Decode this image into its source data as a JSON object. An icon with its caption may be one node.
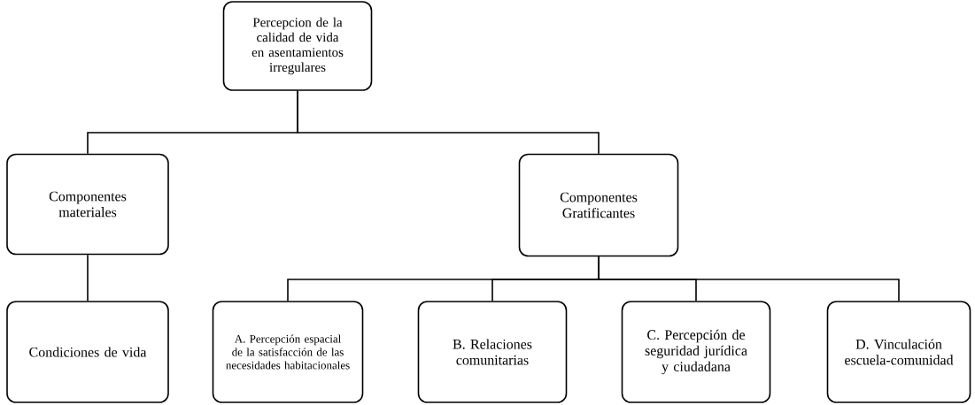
{
  "diagram": {
    "nodes": [
      {
        "text": [
          "Percepcion de la calidad de vida en asentamientos irregulares"
        ]
      },
      {
        "text": [
          "Componentes materiales"
        ]
      },
      {
        "text": [
          "Componentes Gratificantes"
        ]
      },
      {
        "text": [
          "Condiciones de vida"
        ]
      },
      {
        "text": [
          "A. Percepción espacial de la satisfacción de las necesidades habitacionales"
        ]
      },
      {
        "text": [
          "B. Relaciones comunitarias"
        ]
      },
      {
        "text": [
          "C. Percepción de seguridad jurídica y ciudadana"
        ]
      },
      {
        "text": [
          "D. Vinculación escuela-comunidad"
        ]
      }
    ],
    "edges": [
      {
        "from": 0,
        "to": 1,
        "arrow": "none"
      },
      {
        "from": 0,
        "to": 2,
        "arrow": "none"
      },
      {
        "from": 1,
        "to": 3,
        "arrow": "none"
      },
      {
        "from": 2,
        "to": 4,
        "arrow": "none"
      },
      {
        "from": 2,
        "to": 5,
        "arrow": "none"
      },
      {
        "from": 2,
        "to": 6,
        "arrow": "none"
      },
      {
        "from": 2,
        "to": 7,
        "arrow": "none"
      }
    ]
  }
}
